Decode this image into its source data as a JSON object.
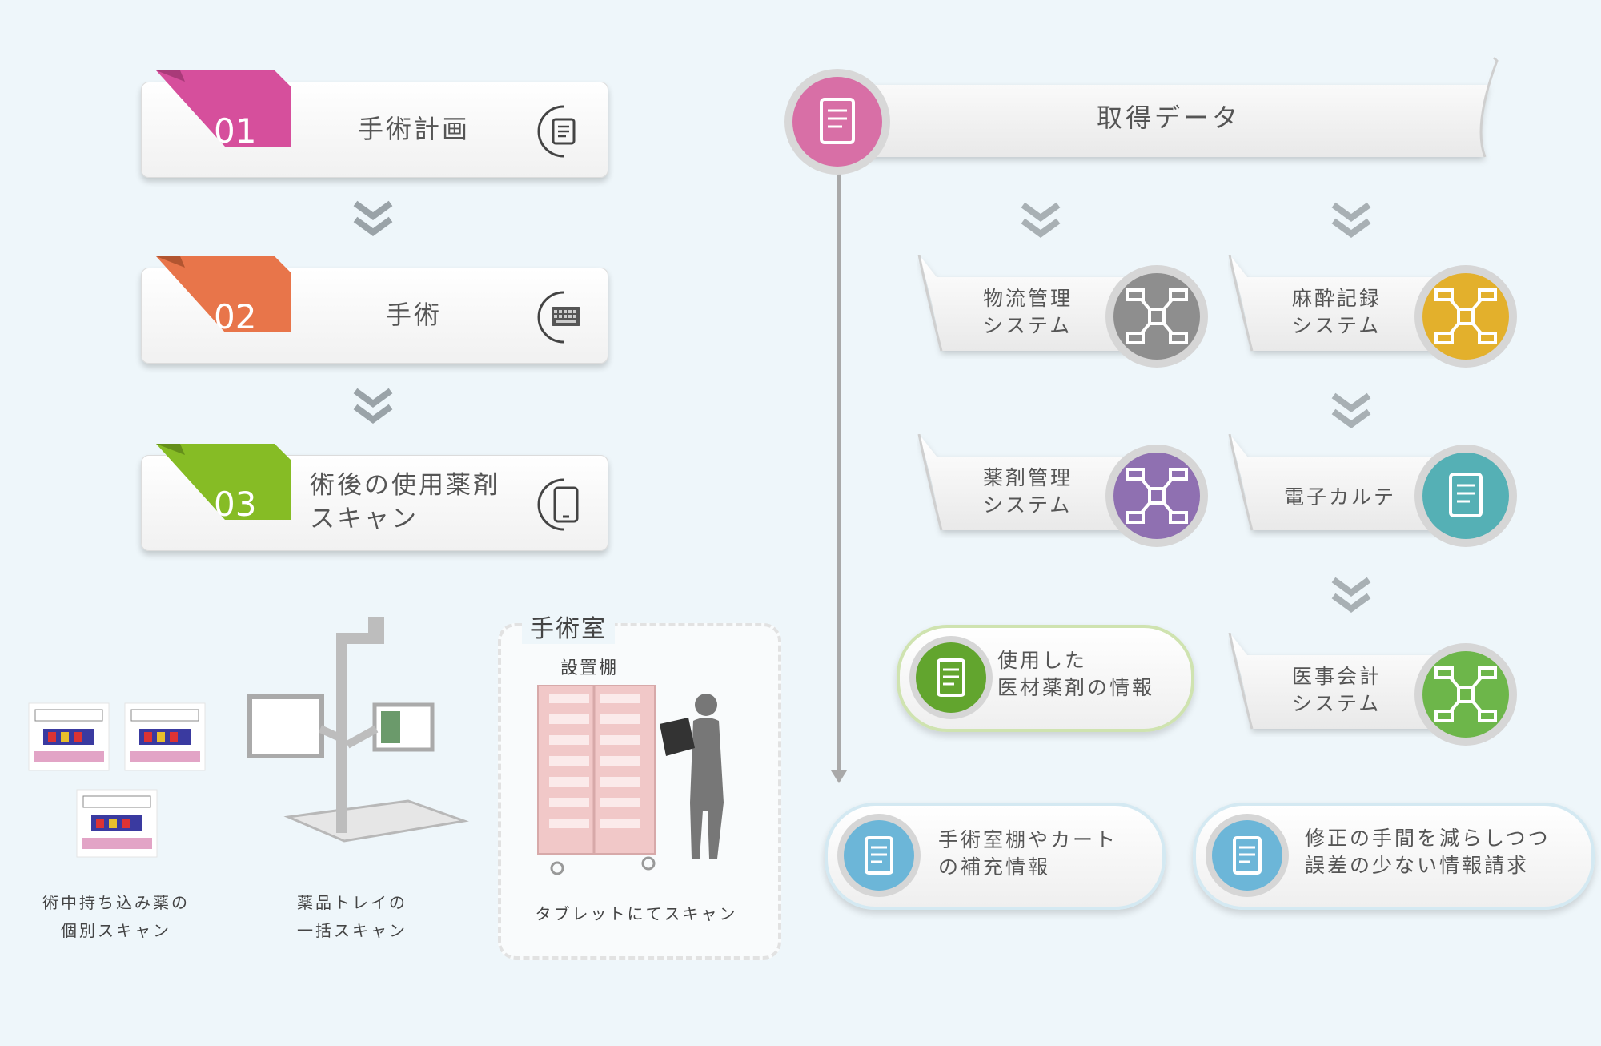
{
  "steps": [
    {
      "num": "01",
      "label": "手術計画",
      "color": "#d64f9c",
      "icon": "document-icon"
    },
    {
      "num": "02",
      "label": "手術",
      "color": "#e8754a",
      "icon": "keyboard-icon"
    },
    {
      "num": "03",
      "label_line1": "術後の使用薬剤",
      "label_line2": "スキャン",
      "color": "#86bc25",
      "icon": "tablet-icon"
    }
  ],
  "illustrations": {
    "individual_scan": {
      "line1": "術中持ち込み薬の",
      "line2": "個別スキャン"
    },
    "tray_scan": {
      "line1": "薬品トレイの",
      "line2": "一括スキャン"
    },
    "operating_room": {
      "title": "手術室",
      "shelf_label": "設置棚",
      "caption": "タブレットにてスキャン"
    }
  },
  "acquired": {
    "title": "取得データ",
    "color": "#d86fa6"
  },
  "systems": {
    "logistics": {
      "line1": "物流管理",
      "line2": "システム",
      "color": "#8e8e8e",
      "icon": "network-icon"
    },
    "anesthesia": {
      "line1": "麻酔記録",
      "line2": "システム",
      "color": "#e3b02c",
      "icon": "network-icon"
    },
    "pharmacy": {
      "line1": "薬剤管理",
      "line2": "システム",
      "color": "#8f70b1",
      "icon": "network-icon"
    },
    "emr": {
      "label": "電子カルテ",
      "color": "#55b0b5",
      "icon": "document-icon"
    },
    "accounting": {
      "line1": "医事会計",
      "line2": "システム",
      "color": "#6db64a",
      "icon": "network-icon"
    }
  },
  "used_info": {
    "line1": "使用した",
    "line2": "医材薬剤の情報",
    "color": "#62a52e"
  },
  "outputs": {
    "replenish": {
      "line1": "手術室棚やカート",
      "line2": "の補充情報",
      "color": "#6cb6d8"
    },
    "billing": {
      "line1": "修正の手間を減らしつつ",
      "line2": "誤差の少ない情報請求",
      "color": "#6cb6d8"
    }
  }
}
